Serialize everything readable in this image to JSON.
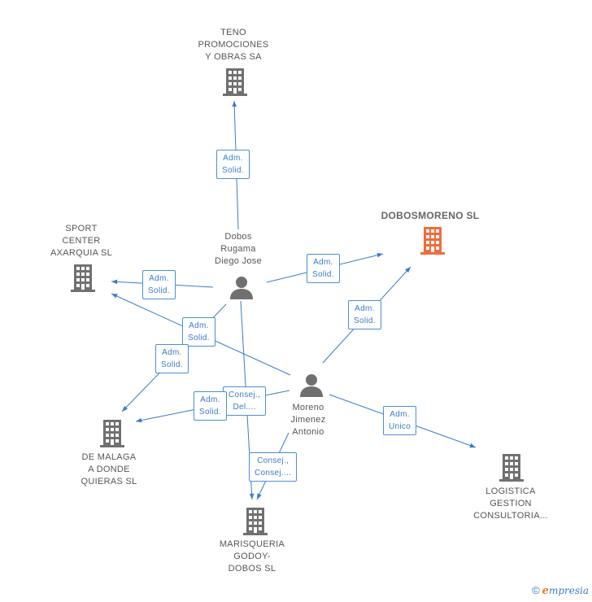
{
  "colors": {
    "edge": "#3a7bc8",
    "company": "#707070",
    "main_company": "#f26b3a",
    "person": "#707070"
  },
  "nodes": {
    "teno": {
      "label": "TENO\nPROMOCIONES\nY OBRAS SA",
      "icon": "building-icon"
    },
    "sport": {
      "label": "SPORT\nCENTER\nAXARQUIA SL",
      "icon": "building-icon"
    },
    "dobosmoreno": {
      "label": "DOBOSMORENO SL",
      "icon": "building-icon"
    },
    "malaga": {
      "label": "DE MALAGA\nA DONDE\nQUIERAS SL",
      "icon": "building-icon"
    },
    "marisqueria": {
      "label": "MARISQUERIA\nGODOY-\nDOBOS SL",
      "icon": "building-icon"
    },
    "logistica": {
      "label": "LOGISTICA\nGESTION\nCONSULTORIA...",
      "icon": "building-icon"
    },
    "dobos": {
      "label": "Dobos\nRugama\nDiego Jose",
      "icon": "person-icon"
    },
    "moreno": {
      "label": "Moreno\nJimenez\nAntonio",
      "icon": "person-icon"
    }
  },
  "edges": {
    "dobos_teno": "Adm.\nSolid.",
    "dobos_sport": "Adm.\nSolid.",
    "dobos_dobosmoreno": "Adm.\nSolid.",
    "moreno_dobosmoreno": "Adm.\nSolid.",
    "moreno_sport": "Adm.\nSolid.",
    "dobos_malaga": "Adm.\nSolid.",
    "moreno_marisqueria_1": "Consej.,\nDel....",
    "moreno_malaga": "Adm.\nSolid.",
    "moreno_marisqueria_2": "Consej.,\nConsej....",
    "moreno_logistica": "Adm.\nUnico"
  },
  "footer": {
    "copyright": "©",
    "brand_e": "e",
    "brand_rest": "mpresia"
  }
}
